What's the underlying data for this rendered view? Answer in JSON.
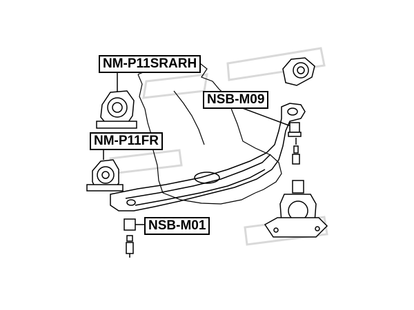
{
  "labels": {
    "nm_p11srarh": "NM-P11SRARH",
    "nsb_m09": "NSB-M09",
    "nm_p11fr": "NM-P11FR",
    "nsb_m01": "NSB-M01"
  },
  "colors": {
    "line": "#000000",
    "watermark": "#d4d4d4",
    "background": "#ffffff"
  }
}
